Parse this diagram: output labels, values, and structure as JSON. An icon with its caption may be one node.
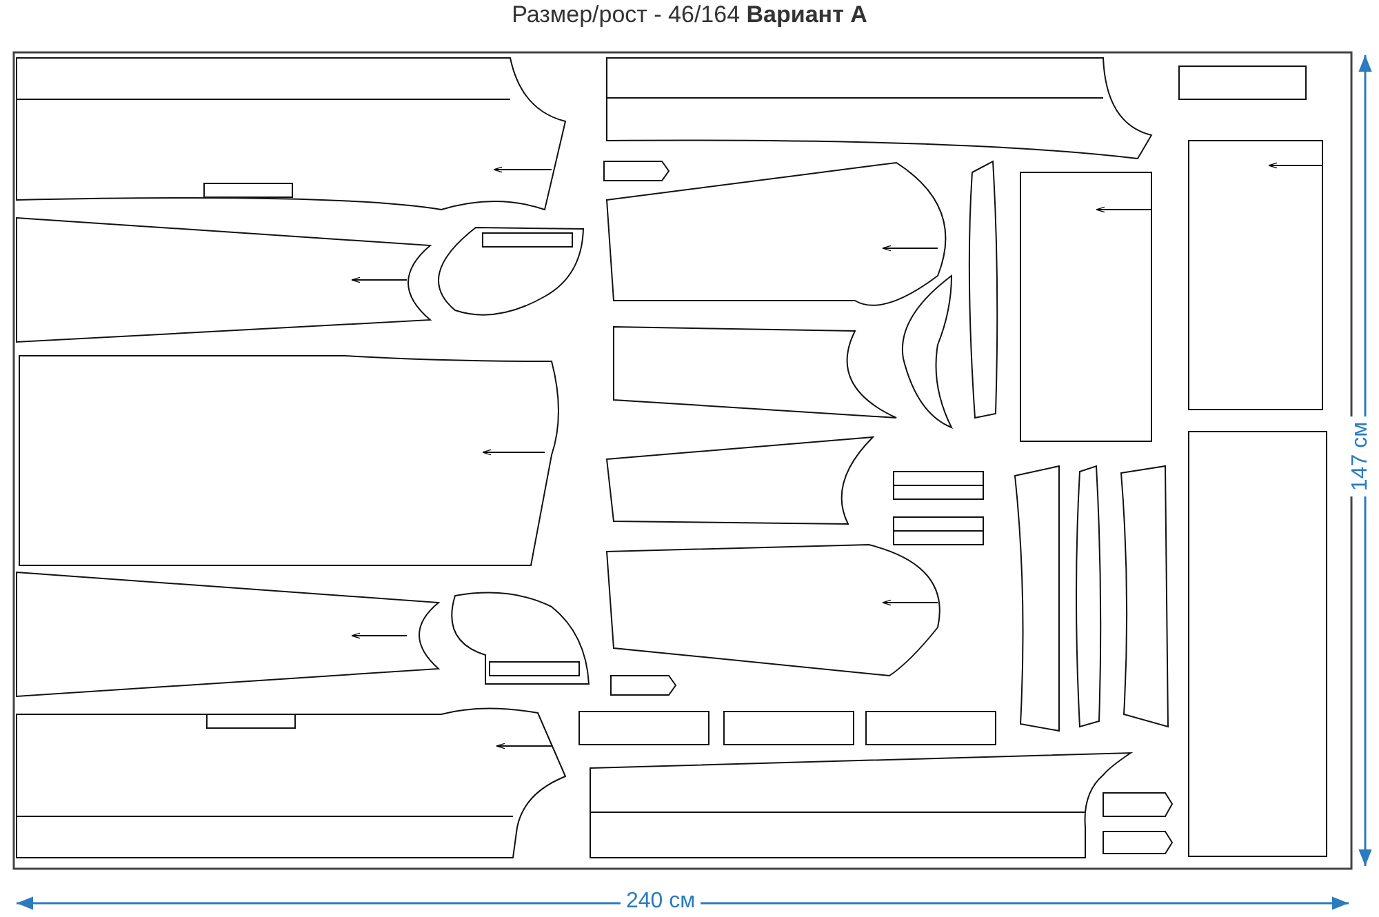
{
  "diagram": {
    "title": "Размер/рост - 46/164 **Вариант А**",
    "labels": [
      "240 см",
      "147 см"
    ]
  }
}
